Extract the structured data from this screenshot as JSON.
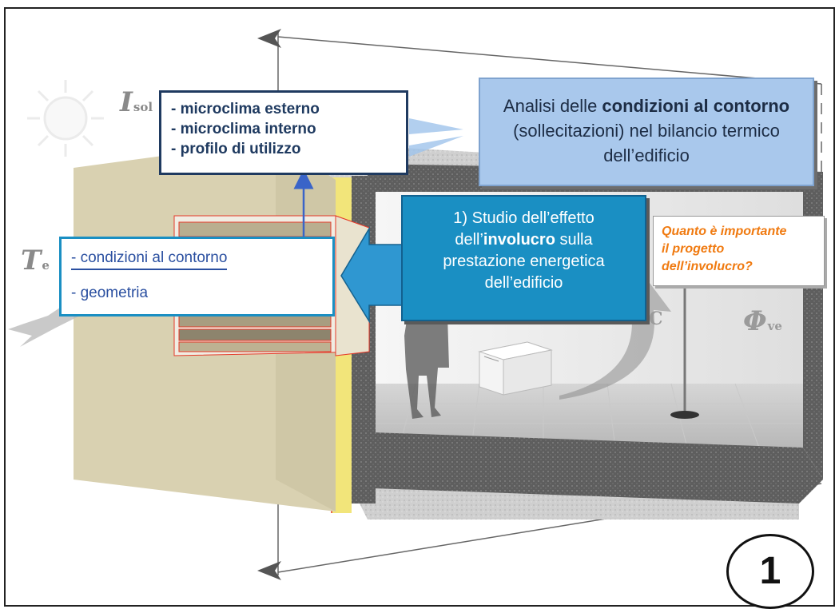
{
  "symbols": {
    "i_sol": {
      "main": "I",
      "sub": "sol"
    },
    "t_e": {
      "main": "T",
      "sub": "e"
    },
    "phi_ve": {
      "main": "Φ",
      "sub": "ve"
    },
    "partial_c": "C"
  },
  "box_microclima": {
    "line1": "- microclima esterno",
    "line2": "- microclima interno",
    "line3": "- profilo di utilizzo"
  },
  "box_analisi": {
    "part1": "Analisi delle ",
    "bold1": "condizioni al contorno",
    "part2": " (sollecitazioni) nel bilancio termico dell’edificio"
  },
  "box_condizioni": {
    "item1": "- condizioni al contorno",
    "item2": "- geometria"
  },
  "box_studio": {
    "part1": "1) Studio dell’effetto dell’",
    "bold1": "involucro",
    "part2": " sulla prestazione energetica dell’edificio"
  },
  "box_question": {
    "line1": "Quanto è importante",
    "line2": "il progetto",
    "line3": "dell’involucro?"
  },
  "badge": {
    "number": "1"
  },
  "colors": {
    "dark_navy": "#1f3a60",
    "light_blue": "#a9c8ec",
    "teal": "#1a8fc3",
    "link_blue": "#2a4fa0",
    "orange": "#f07a10",
    "wall_beige": "#d9d1b1",
    "insulation_yellow": "#f2e57a"
  }
}
